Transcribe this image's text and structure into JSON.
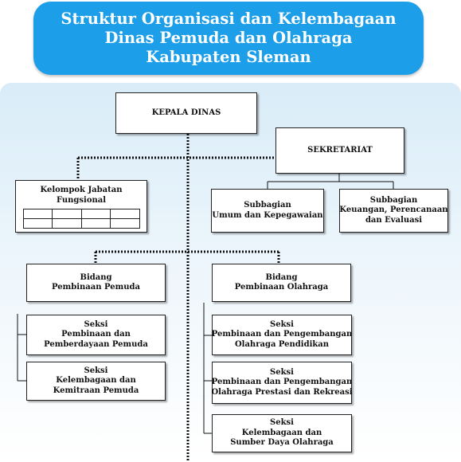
{
  "title": {
    "lines": [
      "Struktur Organisasi dan Kelembagaan",
      "Dinas Pemuda dan Olahraga",
      "Kabupaten Sleman"
    ]
  },
  "units": {
    "kepala_dinas": {
      "lines": [
        "KEPALA DINAS"
      ]
    },
    "sekretariat": {
      "lines": [
        "SEKRETARIAT"
      ]
    },
    "kelompok_jabatan_fungsional": {
      "lines": [
        "Kelompok Jabatan",
        "Fungsional"
      ]
    },
    "subbagian_umum": {
      "lines": [
        "Subbagian",
        "Umum dan Kepegawaian"
      ]
    },
    "subbagian_keuangan": {
      "lines": [
        "Subbagian",
        "Keuangan, Perencanaan",
        "dan Evaluasi"
      ]
    },
    "bidang_pembinaan_pemuda": {
      "lines": [
        "Bidang",
        "Pembinaan Pemuda"
      ]
    },
    "bidang_pembinaan_olahraga": {
      "lines": [
        "Bidang",
        "Pembinaan Olahraga"
      ]
    },
    "seksi_pemberdayaan_pemuda": {
      "lines": [
        "Seksi",
        "Pembinaan dan",
        "Pemberdayaan Pemuda"
      ]
    },
    "seksi_kemitraan_pemuda": {
      "lines": [
        "Seksi",
        "Kelembagaan dan",
        "Kemitraan Pemuda"
      ]
    },
    "seksi_olahraga_pendidikan": {
      "lines": [
        "Seksi",
        "Pembinaan dan Pengembangan",
        "Olahraga Pendidikan"
      ]
    },
    "seksi_olahraga_prestasi": {
      "lines": [
        "Seksi",
        "Pembinaan dan Pengembangan",
        "Olahraga Prestasi dan Rekreasi"
      ]
    },
    "seksi_sumber_daya_olahraga": {
      "lines": [
        "Seksi",
        "Kelembagaan dan",
        "Sumber Daya Olahraga"
      ]
    }
  },
  "colors": {
    "banner": "#1d9ee8",
    "panel_top": "#d9ecf8",
    "line": "#111111"
  }
}
